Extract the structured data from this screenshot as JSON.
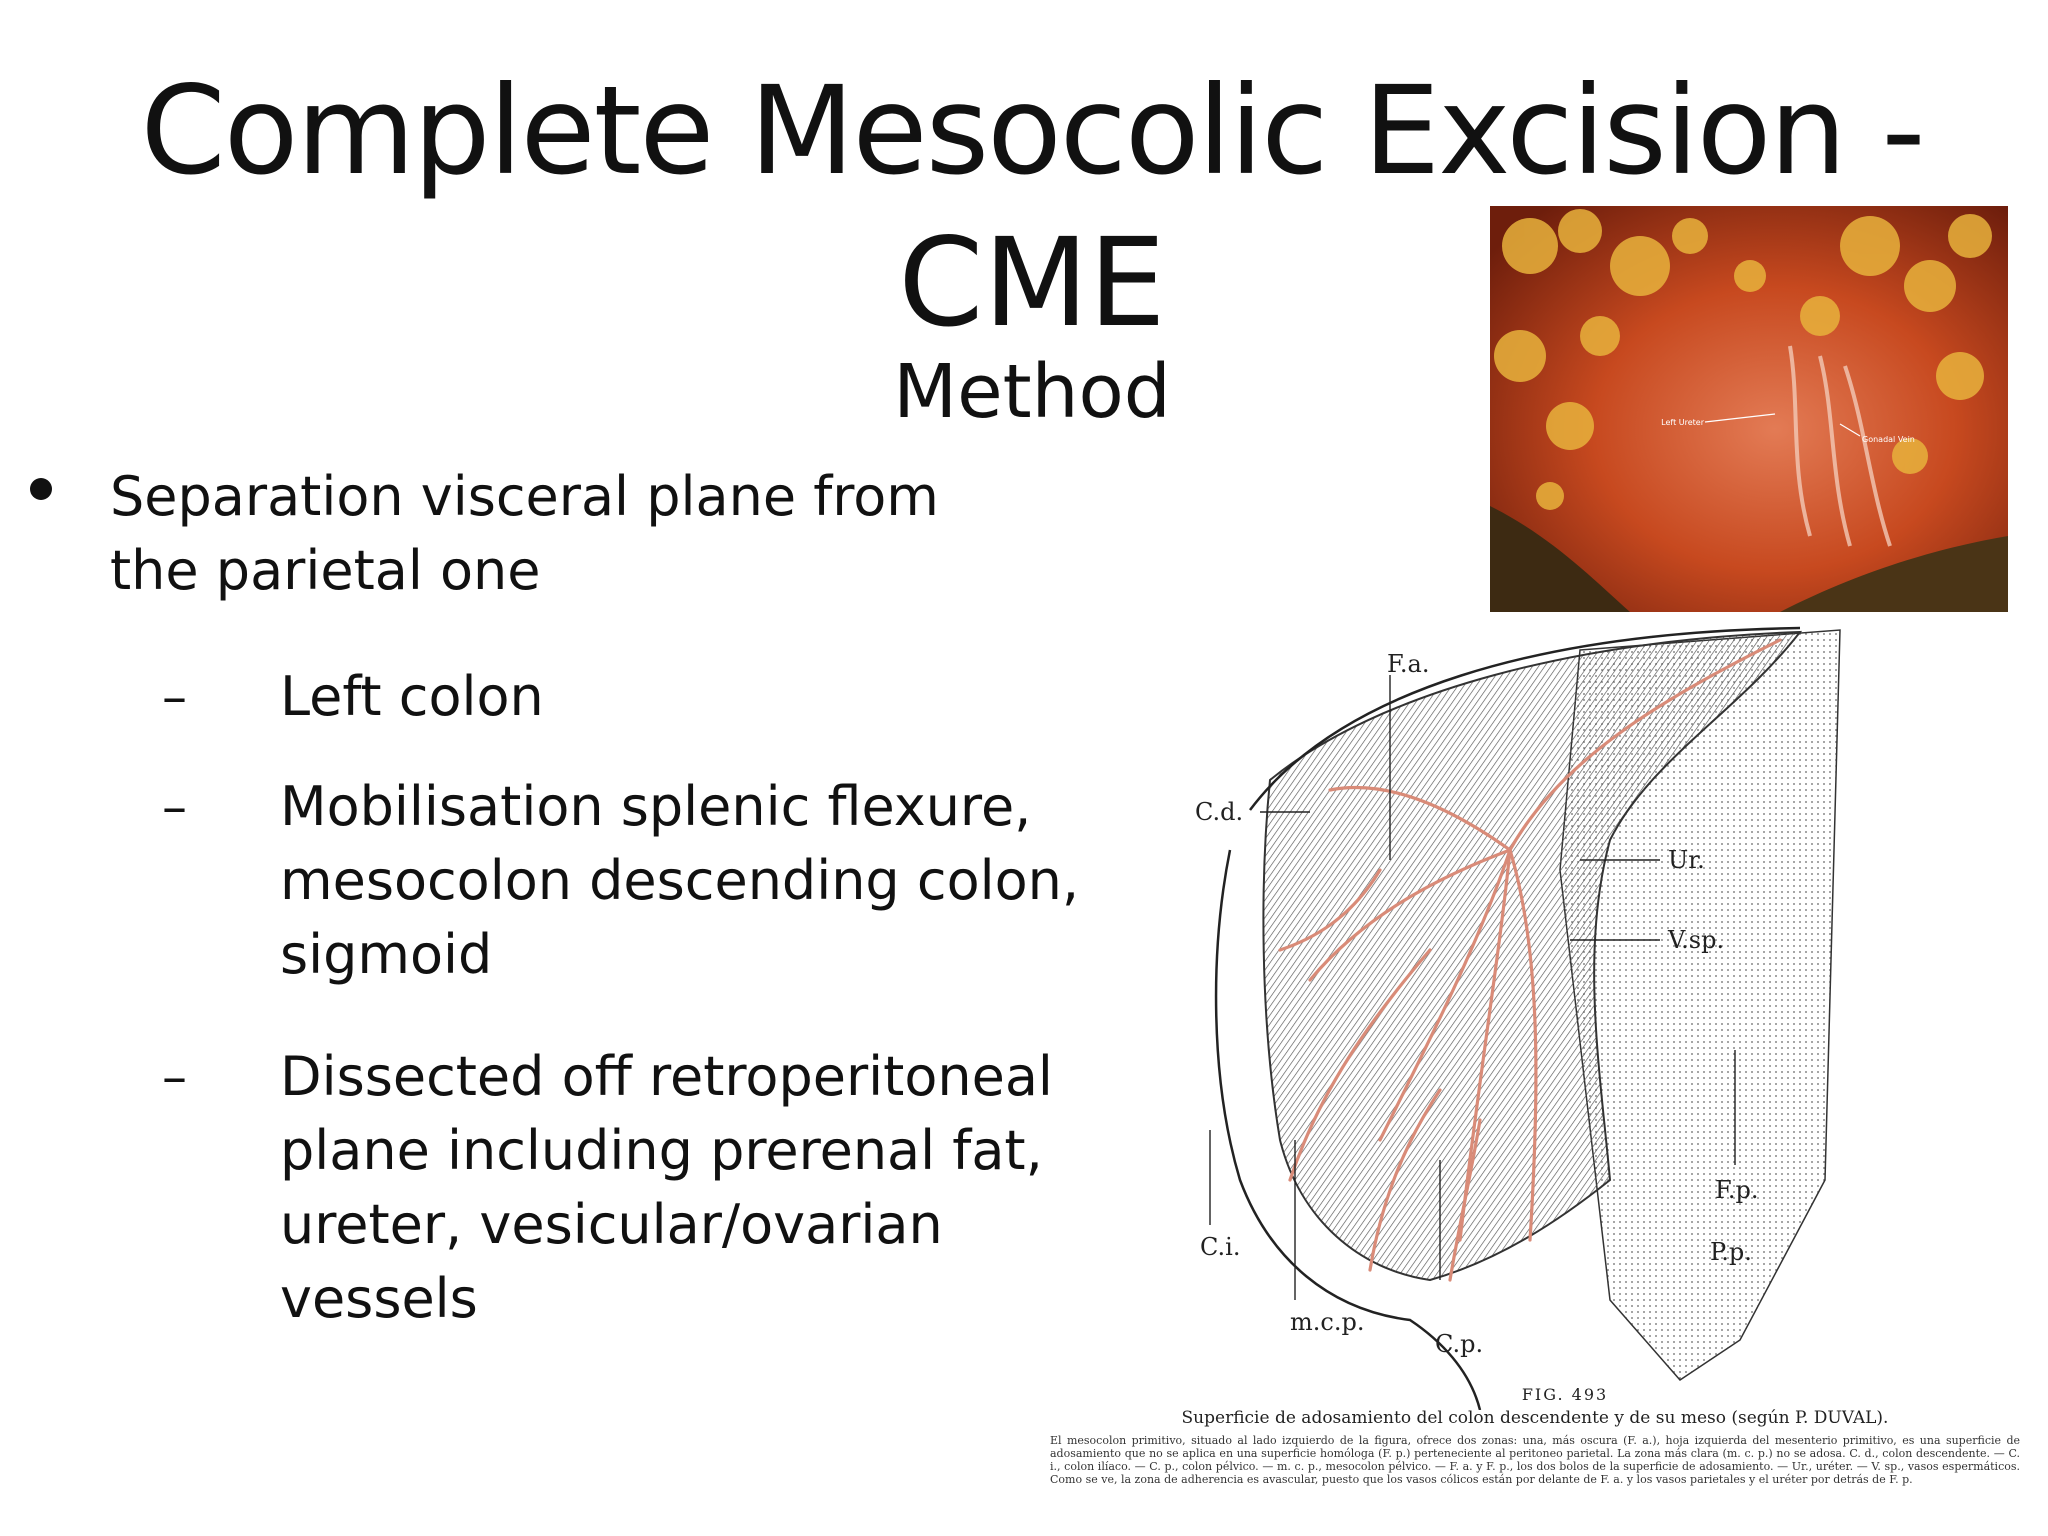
{
  "slide": {
    "title_line1": "Complete Mesocolic Excision -",
    "title_line2": "CME",
    "subtitle": "Method"
  },
  "bullets": {
    "main": "Separation visceral plane from the parietal one",
    "dash": "–",
    "sub": [
      "Left colon",
      "Mobilisation splenic flexure, mesocolon descending colon, sigmoid",
      "Dissected off retroperitoneal plane including prerenal fat, ureter, vesicular/ovarian vessels"
    ]
  },
  "photo": {
    "label_left": "Left Ureter",
    "label_right": "Gonadal Vein"
  },
  "figure": {
    "labels": {
      "fa": "F.a.",
      "cd": "C.d.",
      "ur": "Ur.",
      "vsp": "V.sp.",
      "fp": "F.p.",
      "pp": "P.p.",
      "ci": "C.i.",
      "mcp": "m.c.p.",
      "cp": "C.p."
    },
    "caption_number": "FIG. 493",
    "caption_title": "Superficie de adosamiento del colon descendente y de su meso (según P. DUVAL).",
    "caption_body": "El mesocolon primitivo, situado al lado izquierdo de la figura, ofrece dos zonas: una, más oscura (F. a.), hoja izquierda del mesenterio primitivo, es una superficie de adosamiento que no se aplica en una superficie homóloga (F. p.) perteneciente al peritoneo parietal. La zona más clara (m. c. p.) no se adosa. C. d., colon descendente. — C. i., colon ilíaco. — C. p., colon pélvico. — m. c. p., mesocolon pélvico. — F. a. y F. p., los dos bolos de la superficie de adosamiento. — Ur., uréter. — V. sp., vasos espermáticos. Como se ve, la zona de adherencia es avascular, puesto que los vasos cólicos están por delante de F. a. y los vasos parietales y el uréter por detrás de F. p."
  },
  "colors": {
    "text": "#111111",
    "vessel": "#d98b78",
    "tissue": "#b83a1c"
  }
}
